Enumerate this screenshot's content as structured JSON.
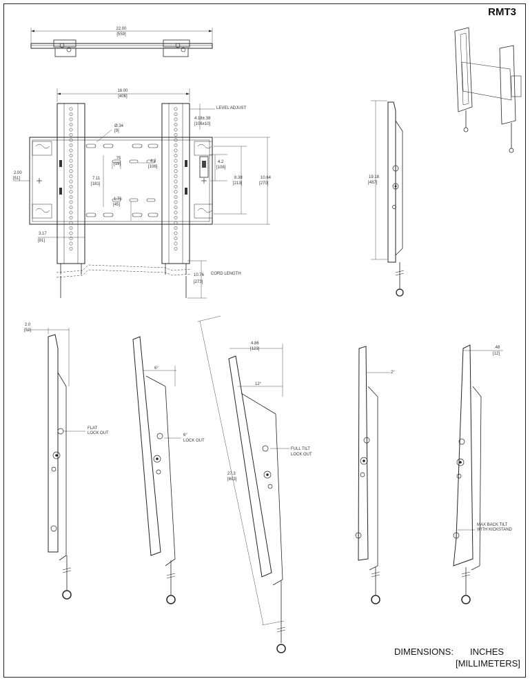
{
  "title": "RMT3",
  "footer": {
    "dimensions_label": "DIMENSIONS:",
    "units": "INCHES",
    "units_alt": "[MILLIMETERS]"
  },
  "top_view": {
    "width": "22.00",
    "width_mm": "[559]"
  },
  "front_view": {
    "overall_width": "16.00",
    "overall_width_mm": "[406]",
    "hole_dia": "Ø.34",
    "hole_dia_mm": "[9]",
    "level_adjust": "LEVEL ADJUST",
    "level_value": "4.18±.38",
    "level_value_mm": "[106±10]",
    "slot_75": ".75",
    "slot_75_mm": "[19]",
    "slot_42": "4.2",
    "slot_42_mm": "[106]",
    "rail_42": "4.2",
    "rail_42_mm": "[106]",
    "height_711": "7.11",
    "height_711_mm": "[181]",
    "height_838": "8.38",
    "height_838_mm": "[213]",
    "height_1064": "10.64",
    "height_1064_mm": "[270]",
    "left_200": "2.00",
    "left_200_mm": "[51]",
    "gap_176": "1.76",
    "gap_176_mm": "[45]",
    "foot_317": "3.17",
    "foot_317_mm": "[81]",
    "cord_length": "CORD LENGTH",
    "cord_value": "10.76",
    "cord_value_mm": "[273]"
  },
  "side_view": {
    "height": "19.18",
    "height_mm": "[487]"
  },
  "tilt_views": {
    "flat": {
      "depth": "2.0",
      "depth_mm": "[52]",
      "label1": "FLAT",
      "label2": "LOCK OUT"
    },
    "six": {
      "angle": "6°",
      "label1": "6°",
      "label2": "LOCK OUT"
    },
    "full": {
      "depth": "4.86",
      "depth_mm": "[123]",
      "angle": "12°",
      "label1": "FULL TILT",
      "label2": "LOCK OUT",
      "length": "27.3",
      "length_mm": "[693]"
    },
    "two": {
      "angle": "2°"
    },
    "back": {
      "depth": ".48",
      "depth_mm": "[12]",
      "label1": "MAX BACK TILT",
      "label2": "WITH KICKSTAND"
    }
  }
}
